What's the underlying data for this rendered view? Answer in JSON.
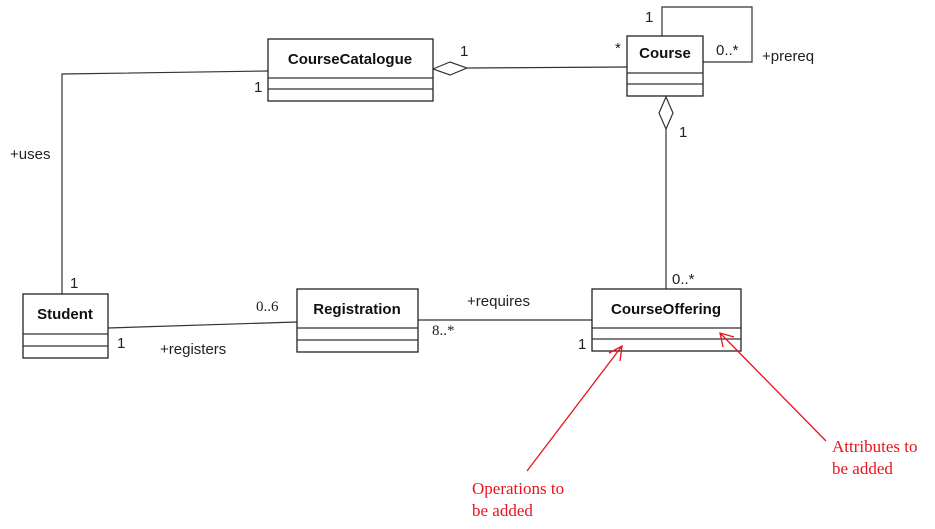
{
  "classes": {
    "course_catalogue": "CourseCatalogue",
    "course": "Course",
    "student": "Student",
    "registration": "Registration",
    "course_offering": "CourseOffering"
  },
  "associations": {
    "catalogue_course": {
      "catalogue_mult": "1",
      "course_mult": "*"
    },
    "course_prereq": {
      "top_mult": "1",
      "right_mult": "0..*",
      "role": "+prereq"
    },
    "course_offering": {
      "course_mult": "1",
      "offering_mult": "0..*"
    },
    "catalogue_student": {
      "catalogue_mult": "1",
      "role": "+uses",
      "student_mult": "1"
    },
    "student_registration": {
      "registration_mult": "0..6",
      "student_mult": "1",
      "role": "+registers"
    },
    "registration_offering": {
      "role": "+requires",
      "registration_mult": "8..*",
      "offering_mult": "1"
    }
  },
  "annotations": {
    "operations_line1": "Operations to",
    "operations_line2": "be added",
    "attributes_line1": "Attributes to",
    "attributes_line2": "be added",
    "color": "#e8141b"
  }
}
